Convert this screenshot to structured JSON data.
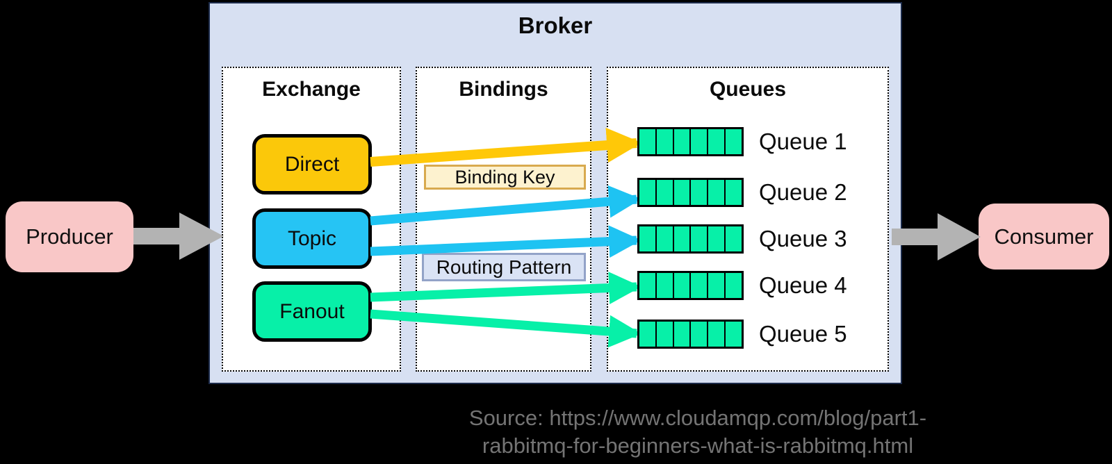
{
  "producer": {
    "label": "Producer"
  },
  "consumer": {
    "label": "Consumer"
  },
  "broker": {
    "title": "Broker",
    "bg": "#D7E0F2"
  },
  "exchange": {
    "title": "Exchange",
    "nodes": [
      {
        "label": "Direct",
        "color": "#FBC80A"
      },
      {
        "label": "Topic",
        "color": "#26C4F4"
      },
      {
        "label": "Fanout",
        "color": "#07F0A8"
      }
    ]
  },
  "bindings": {
    "title": "Bindings",
    "binding_key": {
      "label": "Binding Key",
      "bg": "#FDF2CF",
      "border": "#D8AA4F"
    },
    "routing_pattern": {
      "label": "Routing Pattern",
      "bg": "#DAE3F5",
      "border": "#93A3C8"
    }
  },
  "queues": {
    "title": "Queues",
    "items": [
      "Queue 1",
      "Queue 2",
      "Queue 3",
      "Queue 4",
      "Queue 5"
    ],
    "cells_per_queue": 6,
    "cell_color": "#07F0A8"
  },
  "arrows": {
    "direct_color": "#FFC808",
    "topic_color": "#1EC3F2",
    "fanout_color": "#07F0A8",
    "producer_arrow_color": "#B3B3B3",
    "consumer_arrow_color": "#B3B3B3"
  },
  "source": {
    "line1": "Source: https://www.cloudamqp.com/blog/part1-",
    "line2": "rabbitmq-for-beginners-what-is-rabbitmq.html"
  }
}
